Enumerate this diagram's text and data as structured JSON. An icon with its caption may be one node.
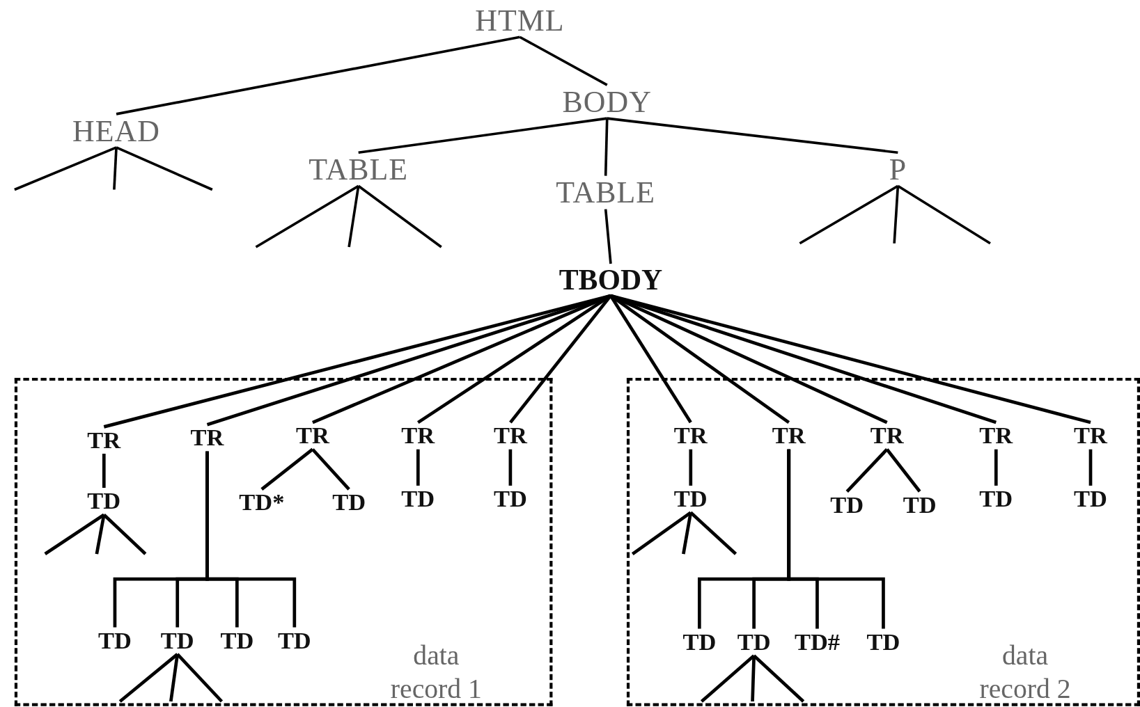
{
  "diagram": {
    "nodes": [
      {
        "text": [
          "HTML"
        ]
      },
      {
        "text": [
          "HEAD"
        ]
      },
      {
        "text": [
          "BODY"
        ]
      },
      {
        "text": [
          "TABLE"
        ]
      },
      {
        "text": [
          "TABLE"
        ]
      },
      {
        "text": [
          "P"
        ]
      },
      {
        "text": [
          "TBODY"
        ]
      },
      {
        "text": [
          "data record 1"
        ]
      },
      {
        "text": [
          "TR"
        ],
        "in": 7
      },
      {
        "text": [
          "TD"
        ],
        "in": 7
      },
      {
        "text": [
          "TR"
        ],
        "in": 7
      },
      {
        "text": [
          "TD"
        ],
        "in": 7
      },
      {
        "text": [
          "TD"
        ],
        "in": 7
      },
      {
        "text": [
          "TD"
        ],
        "in": 7
      },
      {
        "text": [
          "TD"
        ],
        "in": 7
      },
      {
        "text": [
          "TR"
        ],
        "in": 7
      },
      {
        "text": [
          "TD*"
        ],
        "in": 7
      },
      {
        "text": [
          "TD"
        ],
        "in": 7
      },
      {
        "text": [
          "TR"
        ],
        "in": 7
      },
      {
        "text": [
          "TD"
        ],
        "in": 7
      },
      {
        "text": [
          "TR"
        ],
        "in": 7
      },
      {
        "text": [
          "TD"
        ],
        "in": 7
      },
      {
        "text": [
          "data record 2"
        ]
      },
      {
        "text": [
          "TR"
        ],
        "in": 22
      },
      {
        "text": [
          "TD"
        ],
        "in": 22
      },
      {
        "text": [
          "TR"
        ],
        "in": 22
      },
      {
        "text": [
          "TD"
        ],
        "in": 22
      },
      {
        "text": [
          "TD"
        ],
        "in": 22
      },
      {
        "text": [
          "TD#"
        ],
        "in": 22
      },
      {
        "text": [
          "TD"
        ],
        "in": 22
      },
      {
        "text": [
          "TR"
        ],
        "in": 22
      },
      {
        "text": [
          "TD"
        ],
        "in": 22
      },
      {
        "text": [
          "TD"
        ],
        "in": 22
      },
      {
        "text": [
          "TR"
        ],
        "in": 22
      },
      {
        "text": [
          "TD"
        ],
        "in": 22
      },
      {
        "text": [
          "TR"
        ],
        "in": 22
      },
      {
        "text": [
          "TD"
        ],
        "in": 22
      }
    ],
    "edges": [
      {
        "from": 0,
        "to": 1,
        "arrow": "none"
      },
      {
        "from": 0,
        "to": 2,
        "arrow": "none"
      },
      {
        "from": 1,
        "to": null,
        "arrow": "none"
      },
      {
        "from": 1,
        "to": null,
        "arrow": "none"
      },
      {
        "from": 1,
        "to": null,
        "arrow": "none"
      },
      {
        "from": 2,
        "to": 3,
        "arrow": "none"
      },
      {
        "from": 2,
        "to": 4,
        "arrow": "none"
      },
      {
        "from": 2,
        "to": 5,
        "arrow": "none"
      },
      {
        "from": 3,
        "to": null,
        "arrow": "none"
      },
      {
        "from": 3,
        "to": null,
        "arrow": "none"
      },
      {
        "from": 3,
        "to": null,
        "arrow": "none"
      },
      {
        "from": 4,
        "to": 6,
        "arrow": "none"
      },
      {
        "from": 5,
        "to": null,
        "arrow": "none"
      },
      {
        "from": 5,
        "to": null,
        "arrow": "none"
      },
      {
        "from": 5,
        "to": null,
        "arrow": "none"
      },
      {
        "from": 6,
        "to": 8,
        "arrow": "none"
      },
      {
        "from": 6,
        "to": 10,
        "arrow": "none"
      },
      {
        "from": 6,
        "to": 15,
        "arrow": "none"
      },
      {
        "from": 6,
        "to": 18,
        "arrow": "none"
      },
      {
        "from": 6,
        "to": 20,
        "arrow": "none"
      },
      {
        "from": 6,
        "to": 23,
        "arrow": "none"
      },
      {
        "from": 6,
        "to": 25,
        "arrow": "none"
      },
      {
        "from": 6,
        "to": 30,
        "arrow": "none"
      },
      {
        "from": 6,
        "to": 33,
        "arrow": "none"
      },
      {
        "from": 6,
        "to": 35,
        "arrow": "none"
      },
      {
        "from": 8,
        "to": 9,
        "arrow": "none"
      },
      {
        "from": 9,
        "to": null,
        "arrow": "none"
      },
      {
        "from": 9,
        "to": null,
        "arrow": "none"
      },
      {
        "from": 9,
        "to": null,
        "arrow": "none"
      },
      {
        "from": 10,
        "to": 11,
        "arrow": "none"
      },
      {
        "from": 10,
        "to": 12,
        "arrow": "none"
      },
      {
        "from": 10,
        "to": 13,
        "arrow": "none"
      },
      {
        "from": 10,
        "to": 14,
        "arrow": "none"
      },
      {
        "from": 12,
        "to": null,
        "arrow": "none"
      },
      {
        "from": 12,
        "to": null,
        "arrow": "none"
      },
      {
        "from": 12,
        "to": null,
        "arrow": "none"
      },
      {
        "from": 15,
        "to": 16,
        "arrow": "none"
      },
      {
        "from": 15,
        "to": 17,
        "arrow": "none"
      },
      {
        "from": 18,
        "to": 19,
        "arrow": "none"
      },
      {
        "from": 20,
        "to": 21,
        "arrow": "none"
      },
      {
        "from": 23,
        "to": 24,
        "arrow": "none"
      },
      {
        "from": 24,
        "to": null,
        "arrow": "none"
      },
      {
        "from": 24,
        "to": null,
        "arrow": "none"
      },
      {
        "from": 24,
        "to": null,
        "arrow": "none"
      },
      {
        "from": 25,
        "to": 26,
        "arrow": "none"
      },
      {
        "from": 25,
        "to": 27,
        "arrow": "none"
      },
      {
        "from": 25,
        "to": 28,
        "arrow": "none"
      },
      {
        "from": 25,
        "to": 29,
        "arrow": "none"
      },
      {
        "from": 27,
        "to": null,
        "arrow": "none"
      },
      {
        "from": 27,
        "to": null,
        "arrow": "none"
      },
      {
        "from": 27,
        "to": null,
        "arrow": "none"
      },
      {
        "from": 30,
        "to": 31,
        "arrow": "none"
      },
      {
        "from": 30,
        "to": 32,
        "arrow": "none"
      },
      {
        "from": 33,
        "to": 34,
        "arrow": "none"
      },
      {
        "from": 35,
        "to": 36,
        "arrow": "none"
      }
    ]
  }
}
